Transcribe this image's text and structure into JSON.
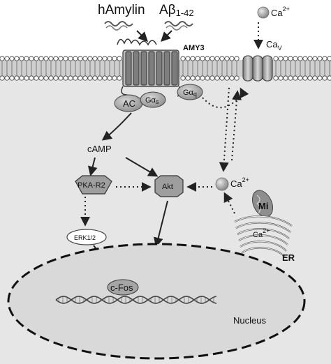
{
  "ligands": {
    "hamylin": "hAmylin",
    "abeta": "Aβ",
    "abeta_sub": "1-42"
  },
  "receptor": {
    "label": "AMY3"
  },
  "calcium": {
    "ion_label": "Ca",
    "ion_sup": "2+",
    "channel_label": "Ca",
    "channel_sub": "V"
  },
  "membrane_proteins": {
    "ac": "AC",
    "g_alpha_s": "Gα",
    "g_alpha_s_sub": "s",
    "g_alpha_q": "Gα",
    "g_alpha_q_sub": "q"
  },
  "signaling": {
    "camp": "cAMP",
    "pka": "PKA-R2",
    "akt": "Akt",
    "erk": "ERK1/2",
    "cfos": "c-Fos"
  },
  "organelles": {
    "mito": "Mi",
    "er": "ER",
    "er_ca": "Ca",
    "er_ca_sup": "2+",
    "nucleus": "Nucleus"
  },
  "colors": {
    "cytoplasm": "#e6e6e6",
    "membrane_head": "#ffffff",
    "protein_gray": "#a9a9a9",
    "protein_dark": "#8c8c8c",
    "ion_gray": "#9a9a9a",
    "arrow": "#222222"
  }
}
